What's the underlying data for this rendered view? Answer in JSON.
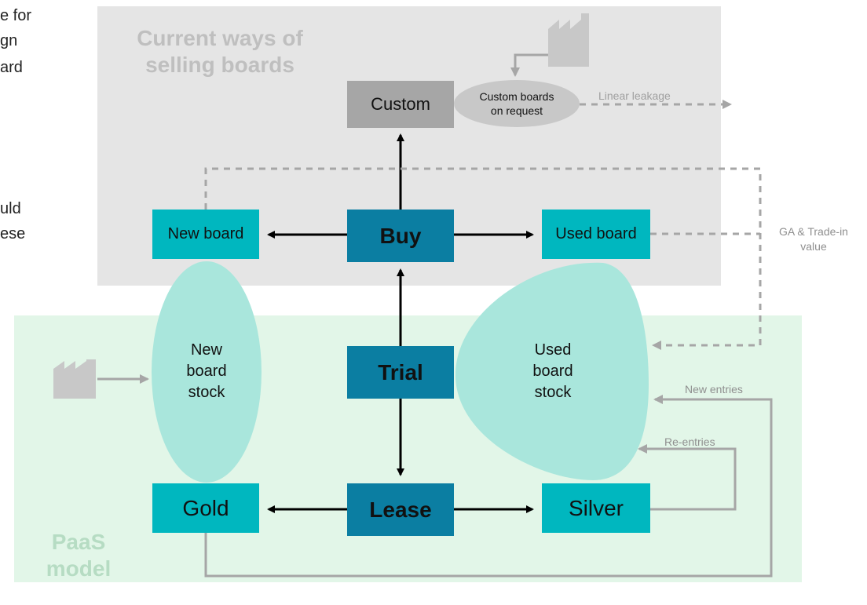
{
  "left_text_fragments": [
    "e for",
    "gn",
    "ard",
    "uld",
    "ese"
  ],
  "panels": {
    "current": {
      "heading": "Current ways of selling boards",
      "heading_line1": "Current ways of",
      "heading_line2": "selling boards"
    },
    "paas": {
      "heading": "PaaS model",
      "heading_line1": "PaaS",
      "heading_line2": "model"
    }
  },
  "nodes": {
    "custom": "Custom",
    "custom_on_request_line1": "Custom boards",
    "custom_on_request_line2": "on request",
    "new_board": "New board",
    "buy": "Buy",
    "used_board": "Used board",
    "trial": "Trial",
    "lease": "Lease",
    "gold": "Gold",
    "silver": "Silver"
  },
  "stocks": {
    "new": [
      "New",
      "board",
      "stock"
    ],
    "used": [
      "Used",
      "board",
      "stock"
    ]
  },
  "flow_labels": {
    "linear_leakage": "Linear leakage",
    "ga_trade_in_line1": "GA & Trade-in",
    "ga_trade_in_line2": "value",
    "new_entries": "New entries",
    "re_entries": "Re-entries"
  },
  "icons": [
    "factory-icon",
    "factory-icon"
  ],
  "colors": {
    "teal": "#00b7bf",
    "dark_blue": "#0b7ea2",
    "stock": "#a9e6dc",
    "current_panel": "#e5e5e5",
    "paas_panel": "#e2f6e8",
    "custom": "#a6a6a6",
    "flow_grey": "#a6a6a6"
  }
}
